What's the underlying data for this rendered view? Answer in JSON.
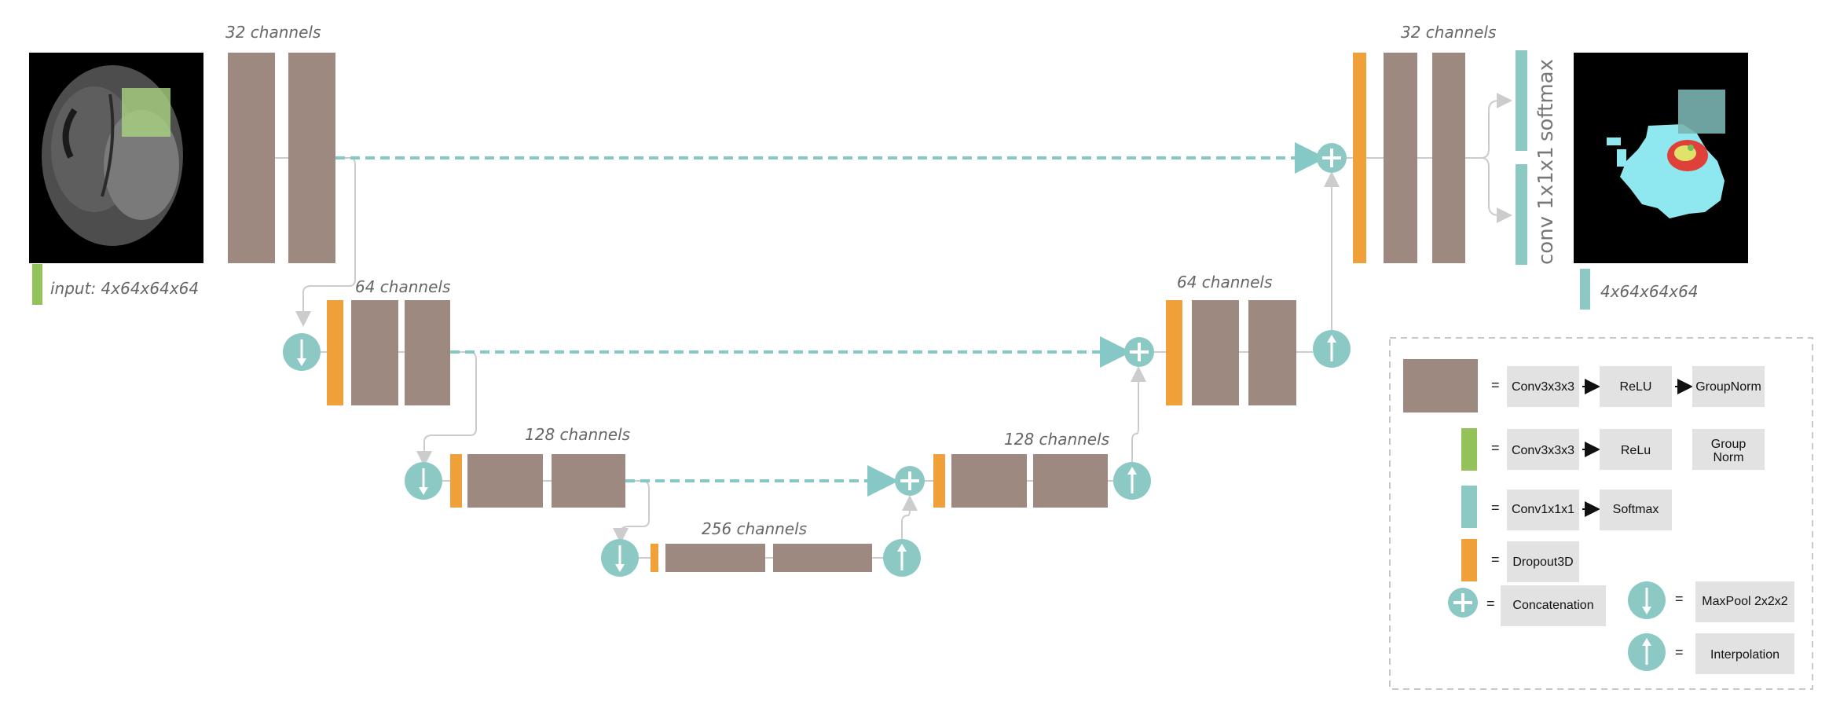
{
  "colors": {
    "conv_block": "#9e8980",
    "dropout": "#f0a038",
    "input_green": "#94c25a",
    "teal": "#8cc9c5",
    "skip_line": "#86c8c6",
    "connector": "#cccccc",
    "legend_box": "#e2e2e2",
    "legend_border": "#c8c8c8"
  },
  "labels": {
    "enc1": "32 channels",
    "enc2": "64 channels",
    "enc3": "128 channels",
    "bottleneck": "256 channels",
    "dec3": "128 channels",
    "dec2": "64 channels",
    "dec1": "32 channels",
    "input": "input: 4x64x64x64",
    "output": "4x64x64x64",
    "softmax": "softmax",
    "conv1x1": "conv 1x1x1"
  },
  "legend": {
    "row1": [
      "Conv3x3x3",
      "ReLU",
      "GroupNorm"
    ],
    "row2": [
      "Conv3x3x3",
      "ReLu",
      "Group",
      "Norm"
    ],
    "row3": [
      "Conv1x1x1",
      "Softmax"
    ],
    "row4": [
      "Dropout3D"
    ],
    "concat": "Concatenation",
    "maxpool": "MaxPool 2x2x2",
    "interp": "Interpolation",
    "equals": "="
  },
  "icons": {
    "input_image": "brain-mri-icon",
    "output_image": "segmentation-map-icon",
    "down": "maxpool-down-icon",
    "up": "interpolation-up-icon",
    "concat": "concatenation-plus-icon"
  }
}
